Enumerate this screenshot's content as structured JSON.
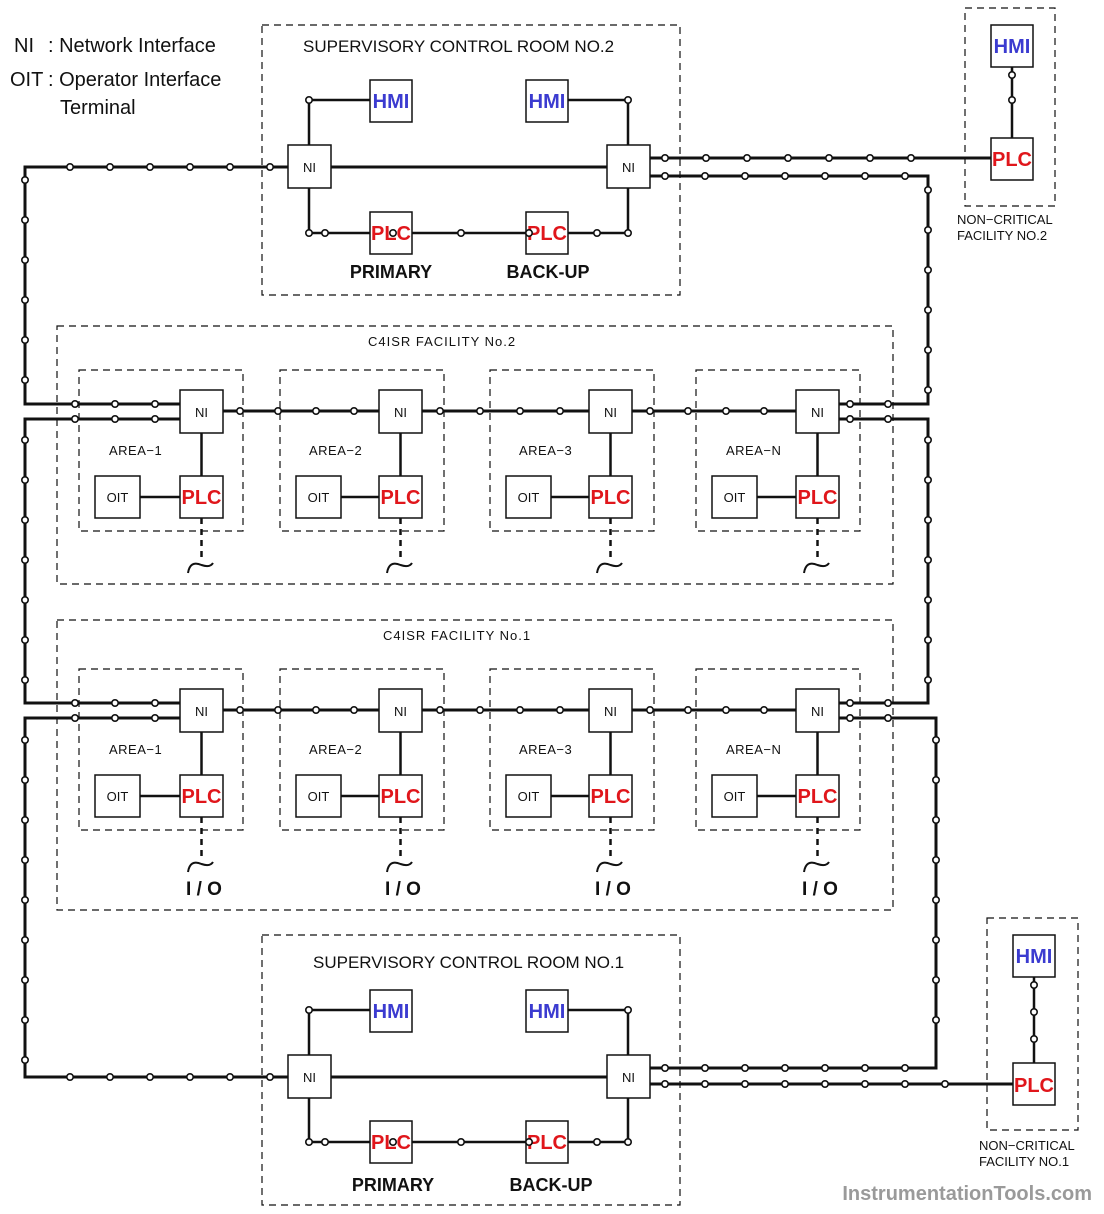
{
  "legend": {
    "ni_abbr": "NI",
    "ni_text": ": Network Interface",
    "oit_abbr": "OIT",
    "oit_text": ": Operator Interface",
    "oit_text_cont": "Terminal"
  },
  "labels": {
    "hmi": "HMI",
    "plc": "PLC",
    "ni": "NI",
    "oit": "OIT",
    "primary": "PRIMARY",
    "backup": "BACK-UP",
    "io": "I / O"
  },
  "supervisory_room_2": {
    "title": "SUPERVISORY CONTROL ROOM NO.2"
  },
  "supervisory_room_1": {
    "title": "SUPERVISORY CONTROL ROOM NO.1"
  },
  "facility_2": {
    "title": "C4ISR  FACILITY  No.2",
    "areas": [
      "AREA−1",
      "AREA−2",
      "AREA−3",
      "AREA−N"
    ]
  },
  "facility_1": {
    "title": "C4ISR  FACILITY  No.1",
    "areas": [
      "AREA−1",
      "AREA−2",
      "AREA−3",
      "AREA−N"
    ]
  },
  "noncritical_2": {
    "line1": "NON−CRITICAL",
    "line2": "FACILITY  NO.2"
  },
  "noncritical_1": {
    "line1": "NON−CRITICAL",
    "line2": "FACILITY  NO.1"
  },
  "watermark": "InstrumentationTools.com",
  "colors": {
    "hmi": "#3b3bd0",
    "plc": "#e0161b",
    "line": "#111111",
    "watermark": "#9a9a9a"
  }
}
